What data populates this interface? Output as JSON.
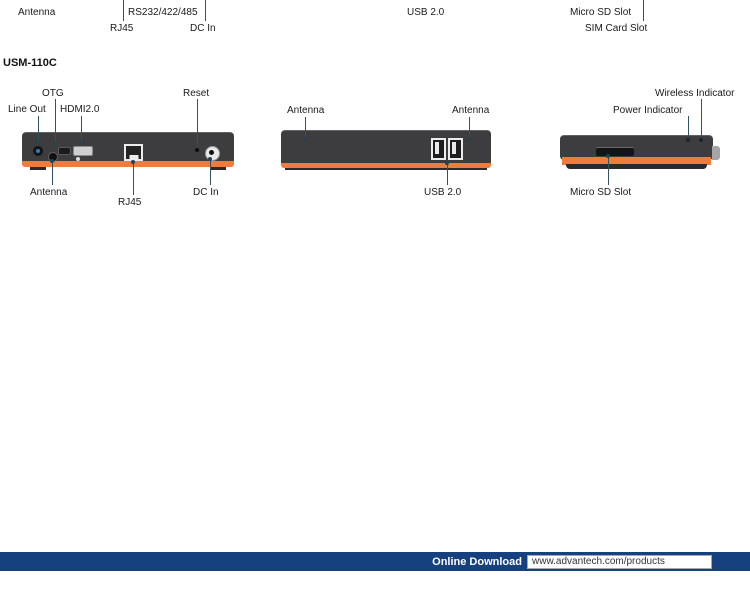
{
  "colors": {
    "accent_orange": "#EF7B3C",
    "device_body": "#3D3D40",
    "leader_line": "#33525E",
    "footer_bar": "#17407E"
  },
  "top_ports": {
    "antenna": "Antenna",
    "serial": "RS232/422/485",
    "rj45": "RJ45",
    "dc_in": "DC In",
    "usb": "USB 2.0",
    "micro_sd": "Micro SD Slot",
    "sim": "SIM Card Slot"
  },
  "section_title": "USM-110C",
  "device_rear": {
    "otg": "OTG",
    "line_out": "Line Out",
    "hdmi": "HDMI2.0",
    "reset": "Reset",
    "antenna": "Antenna",
    "rj45": "RJ45",
    "dc_in": "DC In"
  },
  "device_front": {
    "antenna_left": "Antenna",
    "antenna_right": "Antenna",
    "usb": "USB 2.0"
  },
  "device_top": {
    "wireless": "Wireless Indicator",
    "power": "Power Indicator",
    "micro_sd": "Micro SD Slot"
  },
  "footer": {
    "download_label": "Online Download",
    "url": "www.advantech.com/products"
  }
}
